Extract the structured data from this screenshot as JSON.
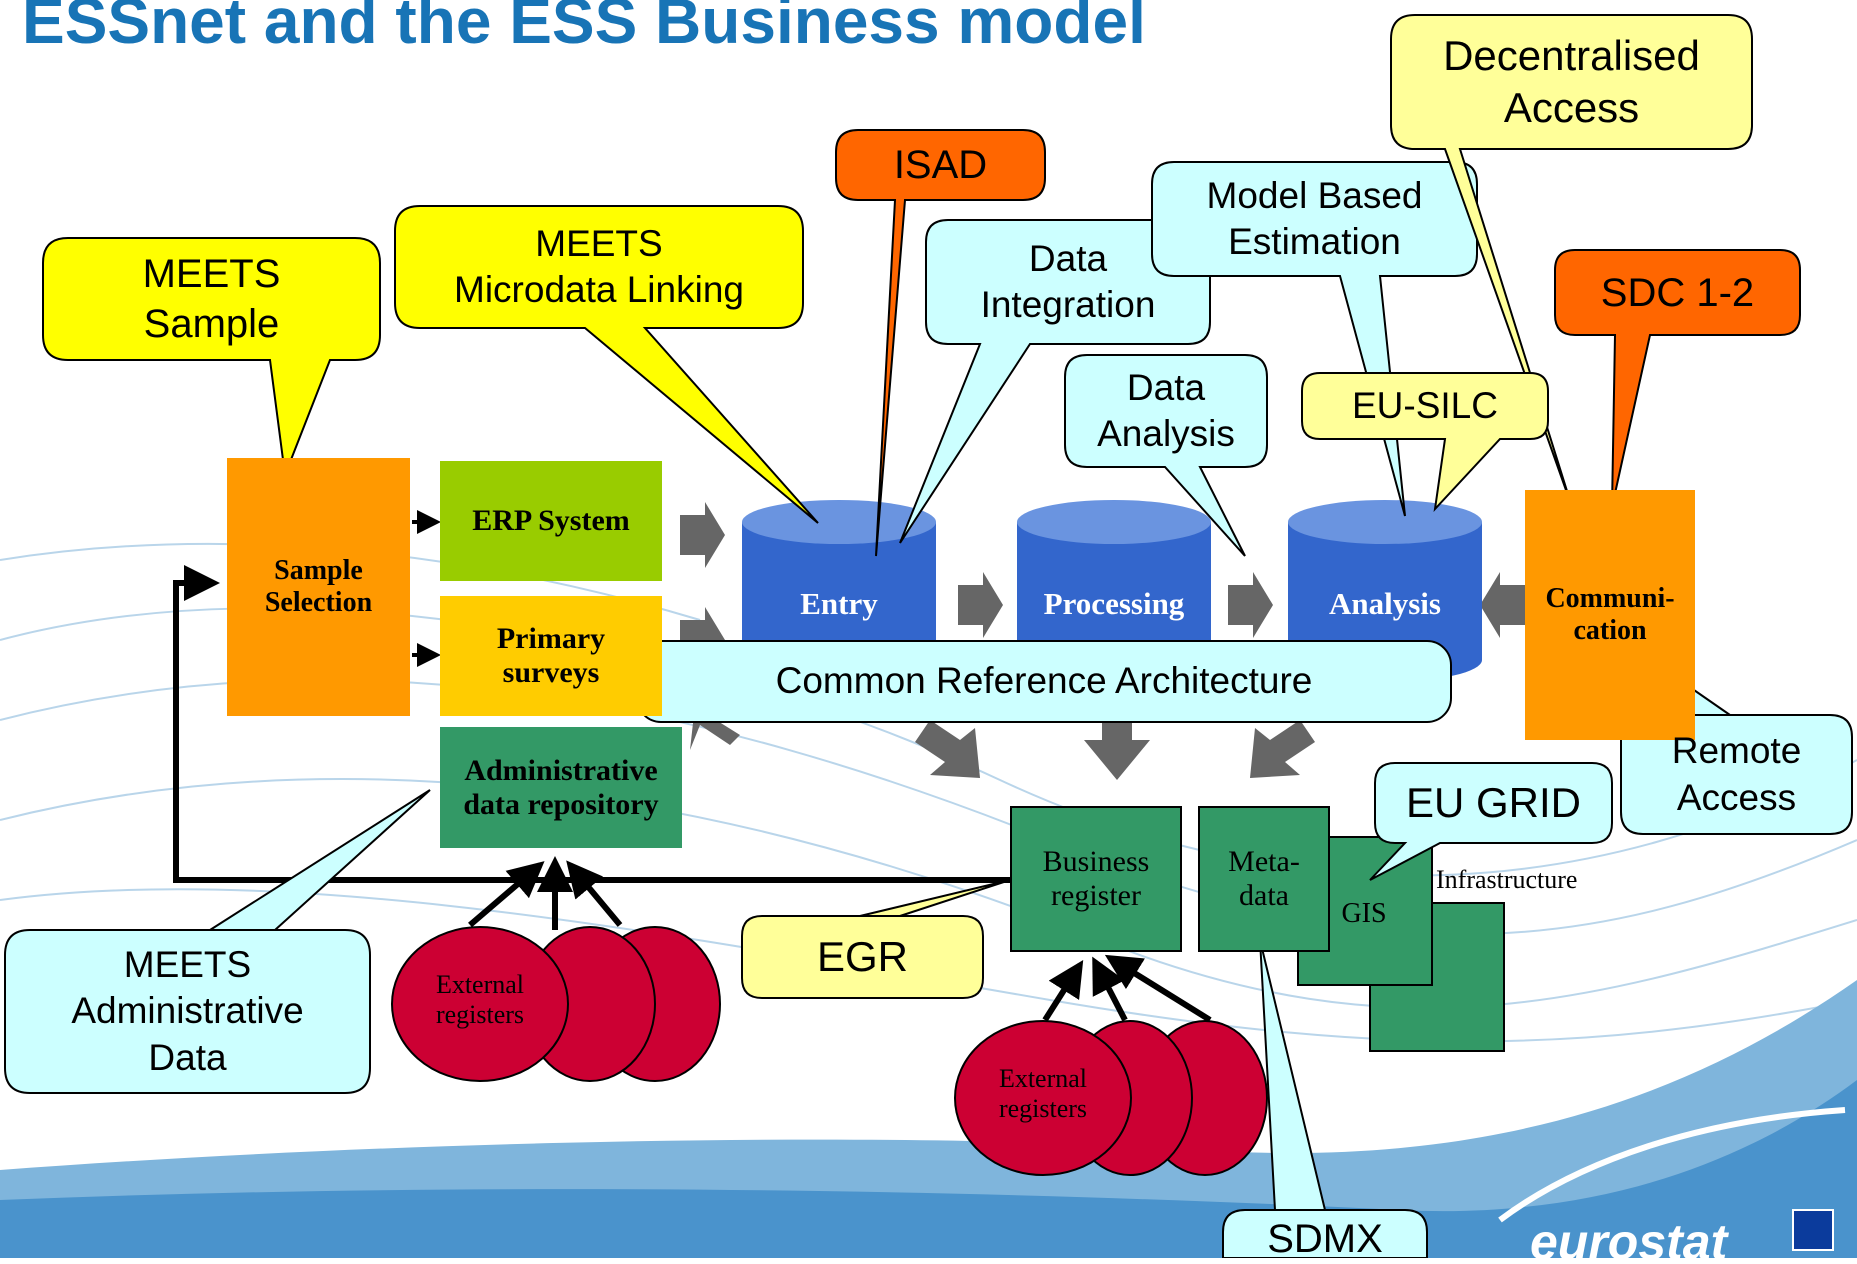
{
  "title": "ESSnet and the ESS Business model",
  "colors": {
    "title": "#1874b6",
    "orange": "#ff9900",
    "green_light": "#99cc00",
    "yellow_box": "#ffcc00",
    "green_dark": "#339966",
    "cylinder": "#3366cc",
    "red": "#cc0033",
    "callout_yellow": "#ffff00",
    "callout_pale_yellow": "#ffff99",
    "callout_cyan": "#ccffff",
    "callout_red": "#ff6600",
    "arrow_gray": "#666666"
  },
  "process": {
    "sample_selection": "Sample\nSelection",
    "erp_system": "ERP System",
    "primary_surveys": "Primary\nsurveys",
    "admin_repository": "Administrative\ndata repository",
    "entry": "Entry",
    "processing": "Processing",
    "analysis": "Analysis",
    "communication": "Communi-\ncation"
  },
  "infrastructure": {
    "business_register": "Business\nregister",
    "metadata": "Meta-\ndata",
    "gis": "GIS",
    "infrastructure_label": "Infrastructure",
    "external_registers_left": "External\nregisters",
    "external_registers_right": "External\nregisters"
  },
  "callouts": {
    "meets_sample": "MEETS\nSample",
    "meets_microdata": "MEETS\nMicrodata Linking",
    "isad": "ISAD",
    "data_integration": "Data\nIntegration",
    "model_based": "Model Based\nEstimation",
    "decentralised": "Decentralised\nAccess",
    "sdc": "SDC 1-2",
    "data_analysis": "Data\nAnalysis",
    "eu_silc": "EU-SILC",
    "common_ref": "Common Reference Architecture",
    "remote_access": "Remote\nAccess",
    "eu_grid": "EU GRID",
    "egr": "EGR",
    "meets_admin": "MEETS\nAdministrative\nData",
    "sdmx": "SDMX"
  },
  "logo": {
    "wordmark": "eurostat"
  }
}
